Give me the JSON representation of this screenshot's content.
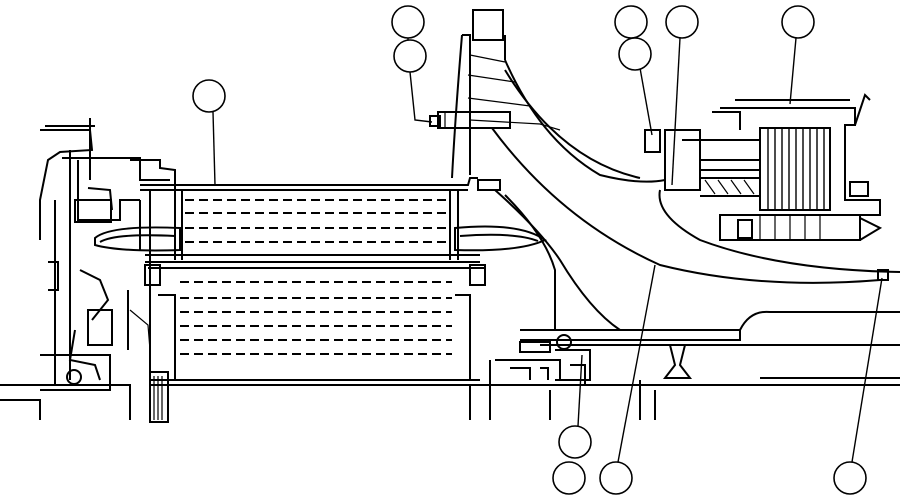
{
  "diagram": {
    "kind": "cutaway-cross-section",
    "style": "black line art on white",
    "callouts": [
      {
        "id": "callout-1"
      },
      {
        "id": "callout-2"
      },
      {
        "id": "callout-3"
      },
      {
        "id": "callout-4"
      },
      {
        "id": "callout-5"
      },
      {
        "id": "callout-6"
      },
      {
        "id": "callout-7"
      },
      {
        "id": "callout-8"
      },
      {
        "id": "callout-9"
      },
      {
        "id": "callout-10"
      },
      {
        "id": "callout-11"
      }
    ],
    "colors": {
      "line": "#000000",
      "background": "#ffffff"
    }
  }
}
